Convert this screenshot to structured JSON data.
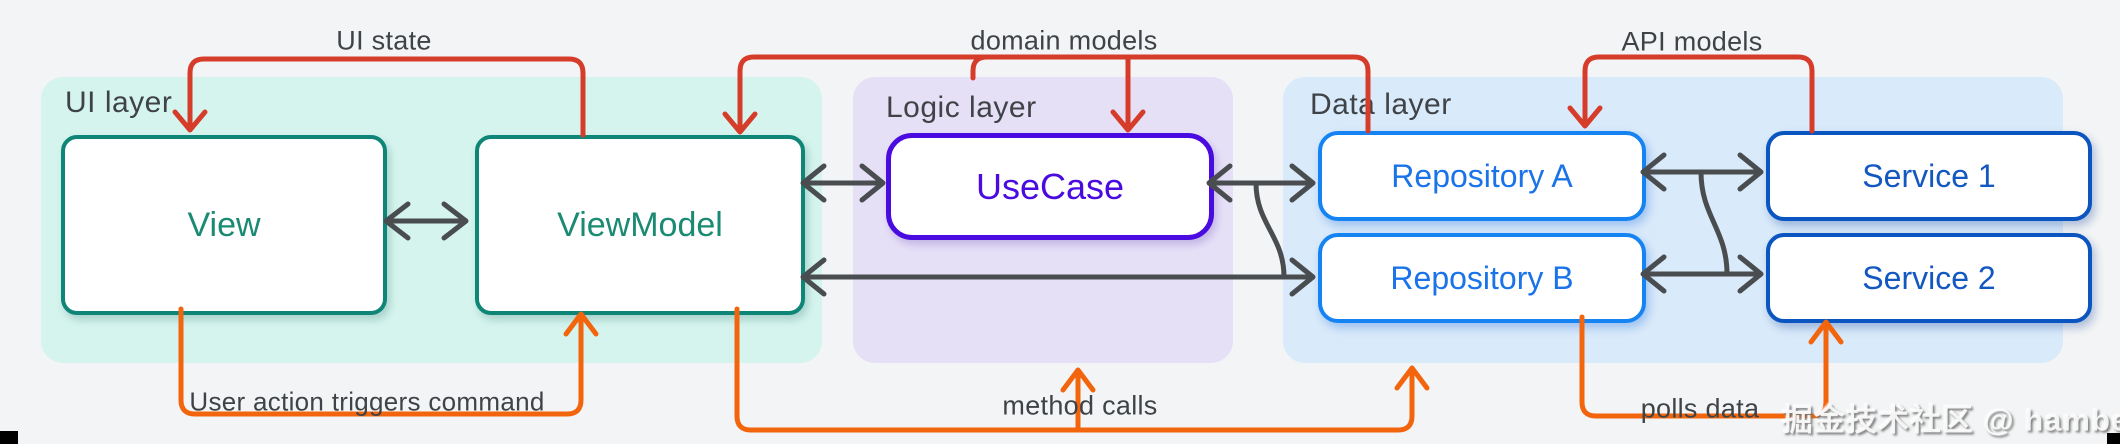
{
  "panels": {
    "ui": {
      "label": "UI layer"
    },
    "logic": {
      "label": "Logic layer"
    },
    "data": {
      "label": "Data layer"
    }
  },
  "boxes": {
    "view": "View",
    "viewmodel": "ViewModel",
    "usecase": "UseCase",
    "repo_a": "Repository A",
    "repo_b": "Repository B",
    "service_1": "Service 1",
    "service_2": "Service 2"
  },
  "arrow_labels": {
    "ui_state": "UI state",
    "domain_models": "domain models",
    "api_models": "API models",
    "user_action": "User action triggers command",
    "method_calls": "method calls",
    "polls_data": "polls data"
  },
  "watermark": "掘金技术社区 @ hamber",
  "colors": {
    "page_bg": "#f2f4f5",
    "dark_arrow": "#4a4d50",
    "red_arrow": "#d63c2a",
    "orange_arrow": "#f2650c",
    "label_text": "#3f4347",
    "ui_panel_bg": "#d5f4ee",
    "logic_panel_bg": "#e6e0f7",
    "data_panel_bg": "#d9eafa",
    "teal_border": "#0f8577",
    "teal_text": "#1b8a73",
    "violet": "#4a0be0",
    "repo_border": "#1584f2",
    "repo_text": "#1a73e8",
    "service_border": "#0b55c0",
    "service_text": "#1357c0"
  }
}
